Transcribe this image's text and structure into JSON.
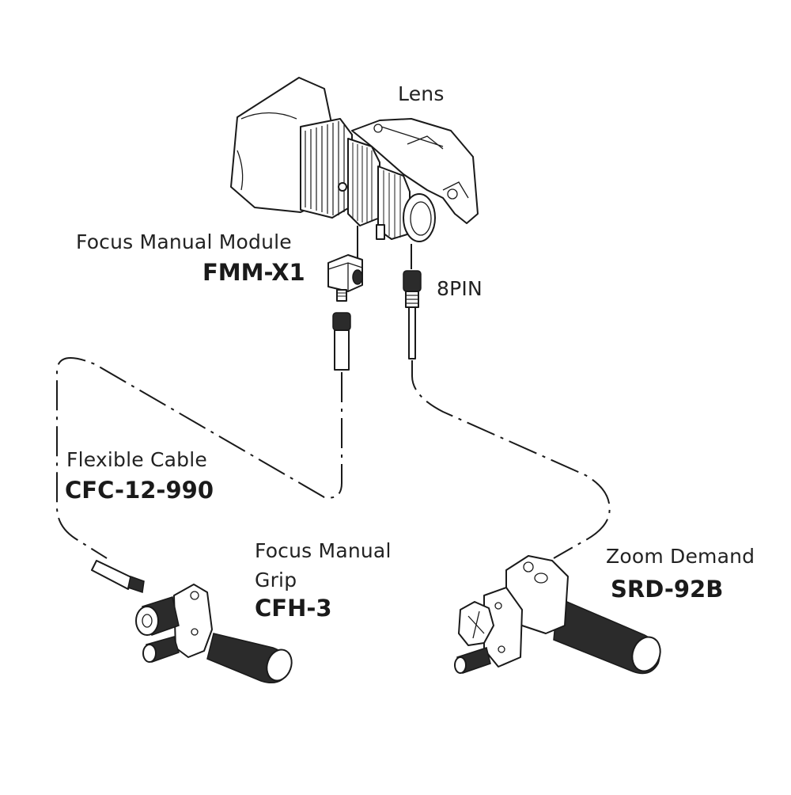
{
  "diagram": {
    "lens": {
      "name": "Lens"
    },
    "focus_module": {
      "name": "Focus Manual Module",
      "model": "FMM-X1"
    },
    "connector": {
      "name": "8PIN"
    },
    "flexible_cable": {
      "name": "Flexible Cable",
      "model": "CFC-12-990"
    },
    "focus_grip": {
      "name_line1": "Focus Manual",
      "name_line2": "Grip",
      "model": "CFH-3"
    },
    "zoom_demand": {
      "name": "Zoom Demand",
      "model": "SRD-92B"
    }
  },
  "colors": {
    "line": "#1a1a1a",
    "background": "#ffffff"
  }
}
